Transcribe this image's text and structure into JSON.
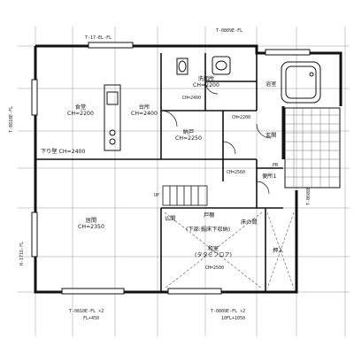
{
  "rooms": {
    "dining": "食堂",
    "dining_ch": "CH=2200",
    "kitchen": "台所",
    "kitchen_ch": "CH=2400",
    "washroom": "洗面所",
    "washroom_ch": "CH=2200",
    "bath": "浴室",
    "pantry": "納戸",
    "pantry_ch": "CH=2250",
    "entrance": "玄関",
    "toilet": "便所1",
    "living": "居間",
    "living_ch": "CH=2350",
    "tatami": "和室",
    "tatami_note": "(タタミフロア)",
    "butsuma": "仏間",
    "oshiire": "押入",
    "tokonoma": "床の間",
    "soffit": "下り壁",
    "soffit_ch": "CH=2400",
    "rear": "戸棚",
    "floor_note": "(下部:掘床下収納)"
  },
  "annotations": {
    "top_left_fixture": "T-17-EL-FL",
    "top_right_fixture": "T-0809E-FL",
    "bottom_left_fixture": "T-0810E-FL ×2",
    "bottom_left_fl": "FL+450",
    "bottom_right_fixture": "T-0809E-FL ×2",
    "bottom_right_fl": "10FL+1050",
    "left_side_fixture": "T-0810E-FL",
    "left_side_fixture_2": "H-1716-FL",
    "right_side_fixture": "T-0608E",
    "ch_2200": "CH=2200",
    "ch_2500": "CH=2500",
    "ch_2400": "CH=2400",
    "ch_2560": "CH=2560",
    "pb_label": "PB",
    "up_label": "UP"
  }
}
